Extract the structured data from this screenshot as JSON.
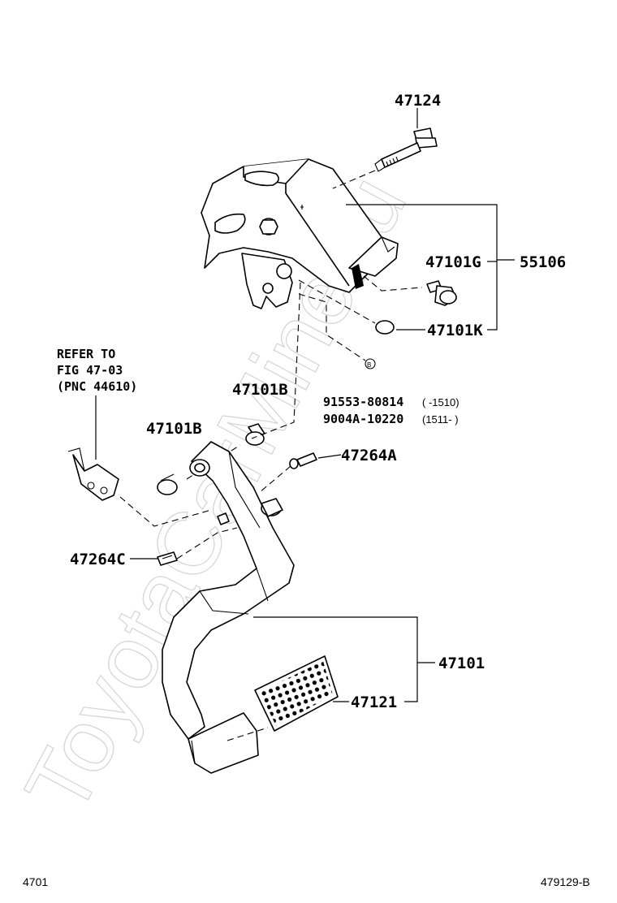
{
  "figure": {
    "watermark": "ToyotaCarMine.ru",
    "page_code": "4701",
    "figure_code": "479129-B"
  },
  "labels": {
    "p47124": "47124",
    "p55106": "55106",
    "p47101G": "47101G",
    "p47101K": "47101K",
    "p47101B_upper": "47101B",
    "p47101B_lower": "47101B",
    "p47264A": "47264A",
    "p47264C": "47264C",
    "p47101": "47101",
    "p47121": "47121",
    "p91553": "91553-80814",
    "p91553_range": "(      -1510)",
    "p9004A": "9004A-10220",
    "p9004A_range": "(1511-      )",
    "mark_b": "B"
  },
  "reference": {
    "line1": "REFER TO",
    "line2": "FIG 47-03",
    "line3": "(PNC 44610)"
  }
}
